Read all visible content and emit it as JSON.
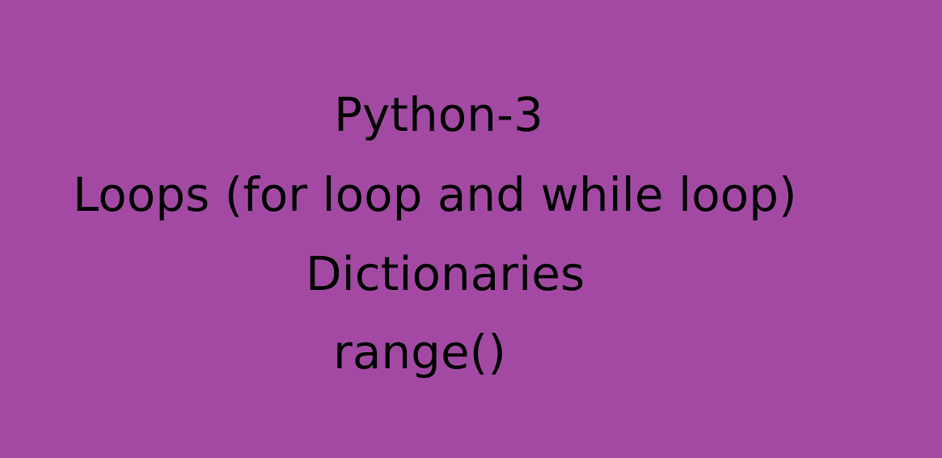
{
  "slide": {
    "lines": [
      "Python-3",
      "Loops (for loop and while loop)",
      "Dictionaries",
      "range()"
    ],
    "colors": {
      "background": "#a349a4",
      "text": "#000000"
    }
  }
}
